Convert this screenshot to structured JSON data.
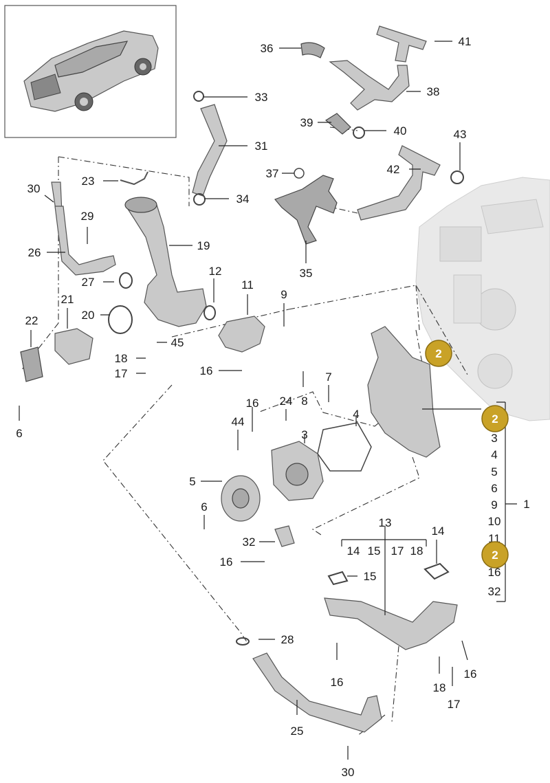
{
  "callouts": {
    "c36": "36",
    "c41": "41",
    "c38": "38",
    "c33": "33",
    "c39": "39",
    "c40": "40",
    "c31": "31",
    "c43": "43",
    "c23": "23",
    "c30a": "30",
    "c37": "37",
    "c42": "42",
    "c34": "34",
    "c29": "29",
    "c26": "26",
    "c19": "19",
    "c35": "35",
    "c12": "12",
    "c11": "11",
    "c9a": "9",
    "c27": "27",
    "c21": "21",
    "c22": "22",
    "c20": "20",
    "c45": "45",
    "c18a": "18",
    "c17a": "17",
    "c16a": "16",
    "c8": "8",
    "c7": "7",
    "c6a": "6",
    "c16b": "16",
    "c24": "24",
    "c4": "4",
    "c44": "44",
    "c3": "3",
    "c5": "5",
    "c6b": "6",
    "c32a": "32",
    "c16c": "16",
    "c13": "13",
    "c14a": "14",
    "c15a": "15",
    "c28": "28",
    "c16d": "16",
    "c18b": "18",
    "c17b": "17",
    "c25": "25",
    "c30b": "30",
    "c1": "1"
  },
  "group13_items": [
    "14",
    "15",
    "17",
    "18"
  ],
  "group1_items": [
    "3",
    "4",
    "5",
    "6",
    "9",
    "10",
    "11",
    "16",
    "32"
  ],
  "badges": [
    "2",
    "2",
    "2"
  ],
  "colors": {
    "badge": "#c9a227",
    "lines": "#222222",
    "parts": "#c9c9c9"
  }
}
